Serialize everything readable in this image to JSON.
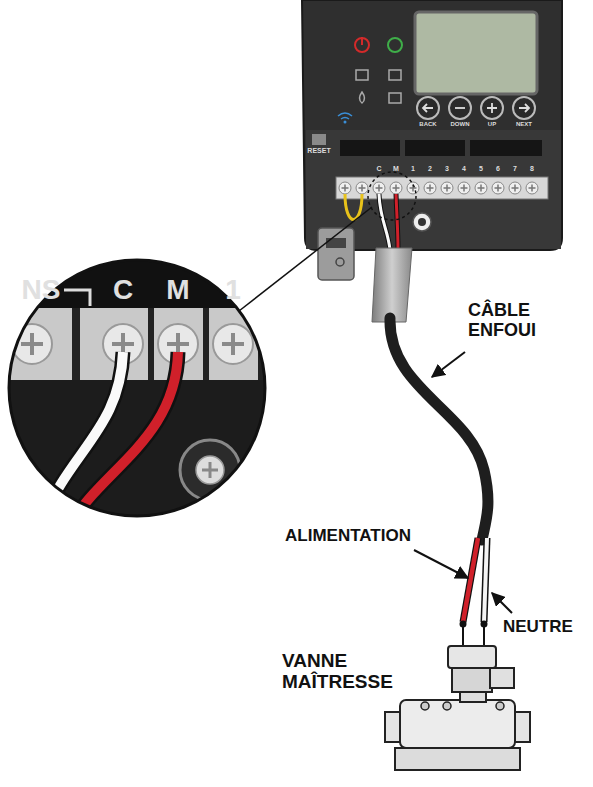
{
  "diagram": {
    "labels": [
      "CÂBLE ENFOUI",
      "ALIMENTATION",
      "NEUTRE",
      "VANNE MAÎTRESSE",
      "NS",
      "C",
      "M",
      "1",
      "RESET",
      "BACK",
      "DOWN",
      "UP",
      "NEXT",
      "C",
      "M",
      "1",
      "2",
      "3",
      "4",
      "5",
      "6",
      "7",
      "8"
    ]
  }
}
